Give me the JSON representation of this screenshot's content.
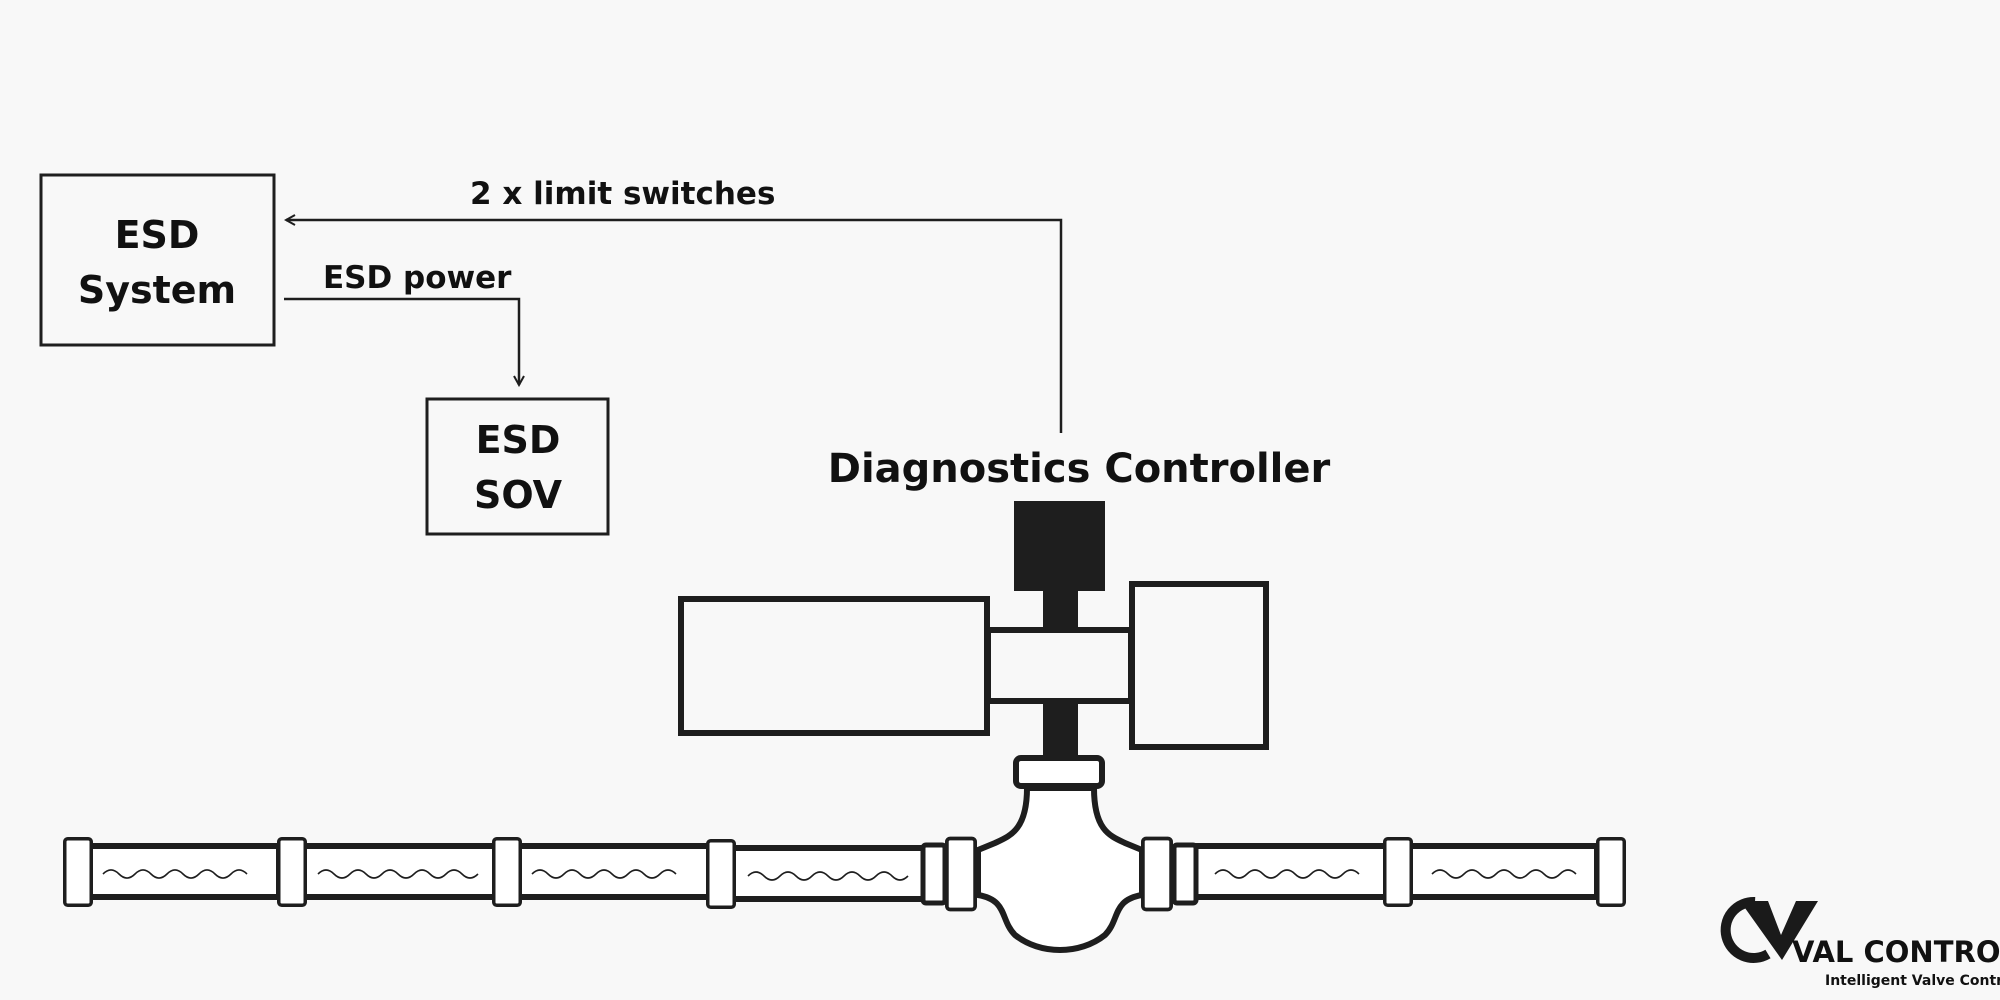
{
  "esd_system": {
    "line1": "ESD",
    "line2": "System"
  },
  "esd_sov": {
    "line1": "ESD",
    "line2": "SOV"
  },
  "connections": {
    "limit_switches": "2 x limit switches",
    "esd_power": "ESD power"
  },
  "controller": {
    "label": "Diagnostics Controller"
  },
  "logo": {
    "name": "VAL CONTROLS",
    "tagline": "Intelligent Valve Control",
    "icon": "vc-monogram-icon"
  },
  "colors": {
    "background": "#f8f8f8",
    "stroke": "#1e1e1e",
    "pipe_fill": "#ffffff"
  }
}
